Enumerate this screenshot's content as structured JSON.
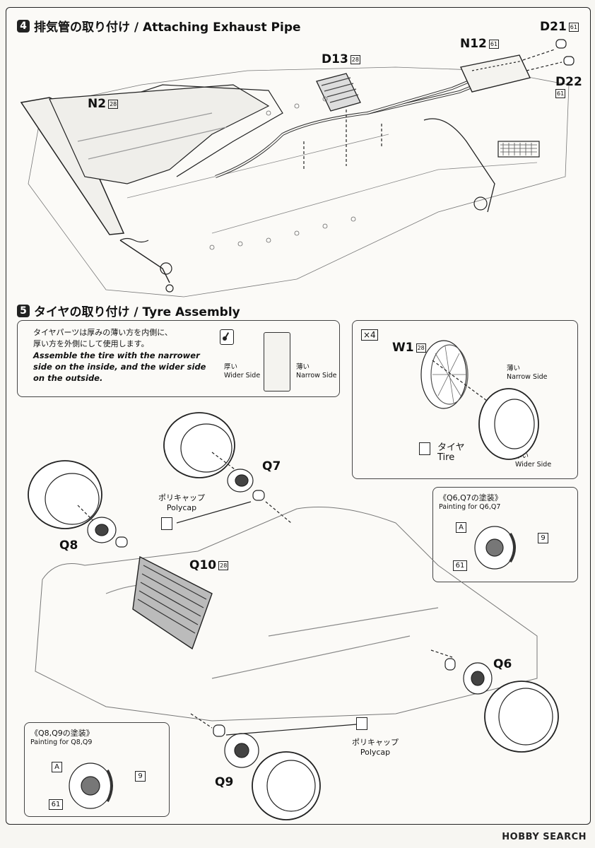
{
  "step4": {
    "number": "4",
    "title": "排気管の取り付け / Attaching Exhaust Pipe",
    "parts": {
      "d21": "D21",
      "d21_sheet": "61",
      "n12": "N12",
      "n12_sheet": "61",
      "d13": "D13",
      "d13_sheet": "28",
      "n2": "N2",
      "n2_sheet": "28",
      "d22": "D22",
      "d22_sheet": "61"
    }
  },
  "step5": {
    "number": "5",
    "title": "タイヤの取り付け / Tyre Assembly",
    "note": {
      "jp_line1": "タイヤパーツは厚みの薄い方を内側に、",
      "jp_line2": "厚い方を外側にして使用します。",
      "en_line1": "Assemble the tire with the narrower",
      "en_line2": "side on the inside, and the wider side",
      "en_line3": "on the outside.",
      "wide_jp": "厚い",
      "wide_en": "Wider Side",
      "narrow_jp": "薄い",
      "narrow_en": "Narrow Side"
    },
    "tire_box": {
      "qty": "×4",
      "part": "W1",
      "part_sheet": "28",
      "narrow_jp": "薄い",
      "narrow_en": "Narrow Side",
      "tire_jp": "タイヤ",
      "tire_en": "Tire",
      "wide_jp": "厚い",
      "wide_en": "Wider Side"
    },
    "labels": {
      "q7": "Q7",
      "q8": "Q8",
      "q10": "Q10",
      "q10_sheet": "28",
      "q6": "Q6",
      "q9": "Q9",
      "polycap_jp": "ポリキャップ",
      "polycap_en": "Polycap",
      "polycap2_jp": "ポリキャップ",
      "polycap2_en": "Polycap"
    },
    "paint_q6q7": {
      "title": "《Q6,Q7の塗装》",
      "subtitle": "Painting for Q6,Q7",
      "a": "A",
      "nine": "9",
      "sixty_one": "61"
    },
    "paint_q8q9": {
      "title": "《Q8,Q9の塗装》",
      "subtitle": "Painting for Q8,Q9",
      "a": "A",
      "nine": "9",
      "sixty_one": "61"
    }
  },
  "footer": {
    "watermark": "HOBBY SEARCH"
  }
}
